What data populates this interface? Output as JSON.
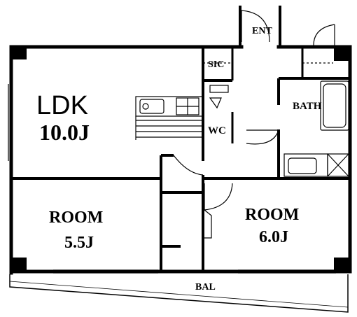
{
  "plan": {
    "ldk": {
      "name": "LDK",
      "size": "10.0J"
    },
    "room_left": {
      "name": "ROOM",
      "size": "5.5J"
    },
    "room_right": {
      "name": "ROOM",
      "size": "6.0J"
    },
    "entrance": "ENT",
    "closet": "SIC",
    "bath": "BATH",
    "toilet": "WC",
    "balcony": "BAL"
  }
}
